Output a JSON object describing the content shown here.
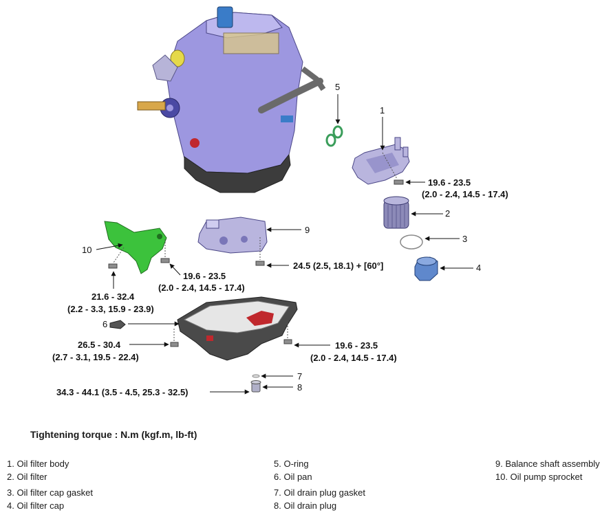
{
  "callouts": {
    "c1": "1",
    "c2": "2",
    "c3": "3",
    "c4": "4",
    "c5": "5",
    "c6": "6",
    "c7": "7",
    "c8": "8",
    "c9": "9",
    "c10": "10"
  },
  "torques": {
    "filter_body": [
      "19.6 - 23.5",
      "(2.0 - 2.4, 14.5 - 17.4)"
    ],
    "balance_shaft": [
      "24.5 (2.5, 18.1) + [60°]"
    ],
    "sprocket_right": [
      "19.6 - 23.5",
      "(2.0 - 2.4, 14.5 - 17.4)"
    ],
    "sprocket_left": [
      "21.6 - 32.4",
      "(2.2 - 3.3, 15.9 - 23.9)"
    ],
    "oil_pan_left": [
      "26.5 - 30.4",
      "(2.7 - 3.1, 19.5 - 22.4)"
    ],
    "oil_pan_right": [
      "19.6 - 23.5",
      "(2.0 - 2.4, 14.5 - 17.4)"
    ],
    "drain_plug": [
      "34.3 - 44.1 (3.5 - 4.5, 25.3 - 32.5)"
    ]
  },
  "torque_title": "Tightening torque : N.m (kgf.m, lb-ft)",
  "legend": [
    "1. Oil filter body",
    "2. Oil filter",
    "3. Oil filter cap gasket",
    "4. Oil filter cap",
    "5. O-ring",
    "6. Oil pan",
    "7. Oil drain plug gasket",
    "8. Oil drain plug",
    "9. Balance shaft assembly",
    "10. Oil pump sprocket"
  ],
  "colors": {
    "engine_body": "#9d97e0",
    "oil_pan": "#4a4a4a",
    "oil_pan_accent": "#c0282d",
    "sprocket": "#3cc23c",
    "filter_cap": "#5f88cc",
    "oring": "#3a9d5a"
  }
}
